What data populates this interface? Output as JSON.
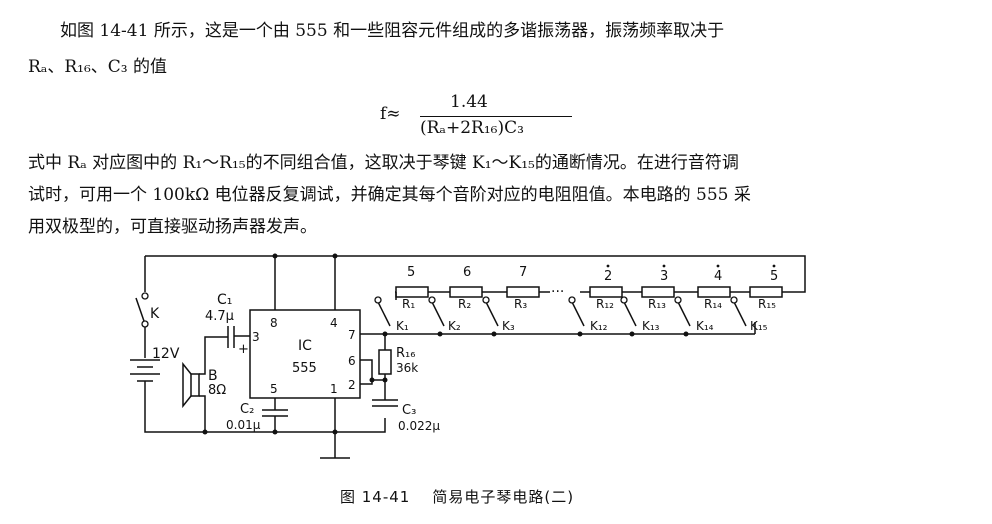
{
  "text": {
    "para1_line1": "如图 14-41 所示，这是一个由 555 和一些阻容元件组成的多谐振荡器，振荡频率取决于",
    "para1_line2": "Rₐ、R₁₆、C₃ 的值",
    "formula_lhs": "f≈",
    "formula_num": "1.44",
    "formula_den": "(Rₐ+2R₁₆)C₃",
    "para2_line1": "式中 Rₐ 对应图中的 R₁～R₁₅的不同组合值，这取决于琴键 K₁～K₁₅的通断情况。在进行音符调",
    "para2_line2": "试时，可用一个 100kΩ 电位器反复调试，并确定其每个音阶对应的电阻阻值。本电路的 555 采",
    "para2_line3": "用双极型的，可直接驱动扬声器发声。"
  },
  "figure": {
    "caption_number": "图 14-41",
    "caption_title": "简易电子琴电路(二)",
    "labels": {
      "switch_k": "K",
      "battery": "12V",
      "c1": "C₁",
      "c1_value": "4.7μ",
      "plus": "+",
      "speaker": "B",
      "speaker_value": "8Ω",
      "ic_name": "IC",
      "ic_type": "555",
      "c2": "C₂",
      "c2_value": "0.01μ",
      "c3": "C₃",
      "c3_value": "0.022μ",
      "r16": "R₁₆",
      "r16_value": "36k",
      "dots": "···",
      "pins": {
        "p8": "8",
        "p4": "4",
        "p3": "3",
        "p7": "7",
        "p6": "6",
        "p5": "5",
        "p2": "2",
        "p1": "1"
      }
    },
    "notes": [
      "5",
      "6",
      "7",
      "2",
      "3",
      "4",
      "5"
    ],
    "note_dots": [
      false,
      false,
      false,
      true,
      true,
      true,
      true
    ],
    "resistors": [
      "R₁",
      "R₂",
      "R₃",
      "R₁₂",
      "R₁₃",
      "R₁₄",
      "R₁₅"
    ],
    "keys": [
      "K₁",
      "K₂",
      "K₃",
      "K₁₂",
      "K₁₃",
      "K₁₄",
      "K₁₅"
    ]
  }
}
